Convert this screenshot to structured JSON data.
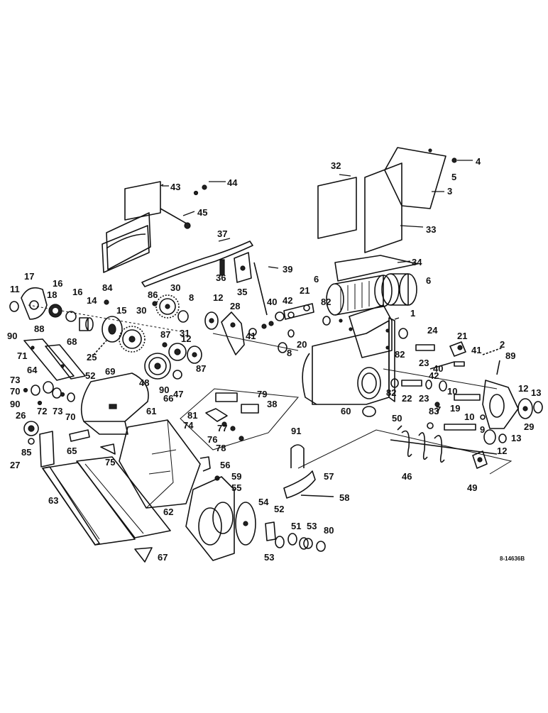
{
  "diagram": {
    "drawing_id": "8-14636B",
    "callouts": [
      {
        "id": "c1",
        "label": "1"
      },
      {
        "id": "c2",
        "label": "2"
      },
      {
        "id": "c3",
        "label": "3"
      },
      {
        "id": "c4",
        "label": "4"
      },
      {
        "id": "c5",
        "label": "5"
      },
      {
        "id": "c6a",
        "label": "6"
      },
      {
        "id": "c6b",
        "label": "6"
      },
      {
        "id": "c7",
        "label": "7"
      },
      {
        "id": "c8a",
        "label": "8"
      },
      {
        "id": "c8b",
        "label": "8"
      },
      {
        "id": "c9",
        "label": "9"
      },
      {
        "id": "c10a",
        "label": "10"
      },
      {
        "id": "c10b",
        "label": "10"
      },
      {
        "id": "c11",
        "label": "11"
      },
      {
        "id": "c12a",
        "label": "12"
      },
      {
        "id": "c12b",
        "label": "12"
      },
      {
        "id": "c12c",
        "label": "12"
      },
      {
        "id": "c12d",
        "label": "12"
      },
      {
        "id": "c13a",
        "label": "13"
      },
      {
        "id": "c13b",
        "label": "13"
      },
      {
        "id": "c14",
        "label": "14"
      },
      {
        "id": "c15",
        "label": "15"
      },
      {
        "id": "c16a",
        "label": "16"
      },
      {
        "id": "c16b",
        "label": "16"
      },
      {
        "id": "c17",
        "label": "17"
      },
      {
        "id": "c18",
        "label": "18"
      },
      {
        "id": "c19",
        "label": "19"
      },
      {
        "id": "c20",
        "label": "20"
      },
      {
        "id": "c21a",
        "label": "21"
      },
      {
        "id": "c21b",
        "label": "21"
      },
      {
        "id": "c22",
        "label": "22"
      },
      {
        "id": "c23a",
        "label": "23"
      },
      {
        "id": "c23b",
        "label": "23"
      },
      {
        "id": "c24",
        "label": "24"
      },
      {
        "id": "c25",
        "label": "25"
      },
      {
        "id": "c26",
        "label": "26"
      },
      {
        "id": "c27",
        "label": "27"
      },
      {
        "id": "c28",
        "label": "28"
      },
      {
        "id": "c29",
        "label": "29"
      },
      {
        "id": "c30a",
        "label": "30"
      },
      {
        "id": "c30b",
        "label": "30"
      },
      {
        "id": "c31",
        "label": "31"
      },
      {
        "id": "c32",
        "label": "32"
      },
      {
        "id": "c33",
        "label": "33"
      },
      {
        "id": "c34",
        "label": "34"
      },
      {
        "id": "c35",
        "label": "35"
      },
      {
        "id": "c36",
        "label": "36"
      },
      {
        "id": "c37",
        "label": "37"
      },
      {
        "id": "c38",
        "label": "38"
      },
      {
        "id": "c39",
        "label": "39"
      },
      {
        "id": "c40a",
        "label": "40"
      },
      {
        "id": "c40b",
        "label": "40"
      },
      {
        "id": "c41a",
        "label": "41"
      },
      {
        "id": "c41b",
        "label": "41"
      },
      {
        "id": "c42a",
        "label": "42"
      },
      {
        "id": "c42b",
        "label": "42"
      },
      {
        "id": "c43",
        "label": "43"
      },
      {
        "id": "c44",
        "label": "44"
      },
      {
        "id": "c45",
        "label": "45"
      },
      {
        "id": "c46",
        "label": "46"
      },
      {
        "id": "c47",
        "label": "47"
      },
      {
        "id": "c48",
        "label": "48"
      },
      {
        "id": "c49",
        "label": "49"
      },
      {
        "id": "c50",
        "label": "50"
      },
      {
        "id": "c51",
        "label": "51"
      },
      {
        "id": "c52a",
        "label": "52"
      },
      {
        "id": "c52b",
        "label": "52"
      },
      {
        "id": "c53a",
        "label": "53"
      },
      {
        "id": "c53b",
        "label": "53"
      },
      {
        "id": "c54",
        "label": "54"
      },
      {
        "id": "c55",
        "label": "55"
      },
      {
        "id": "c56",
        "label": "56"
      },
      {
        "id": "c57",
        "label": "57"
      },
      {
        "id": "c58",
        "label": "58"
      },
      {
        "id": "c59",
        "label": "59"
      },
      {
        "id": "c60",
        "label": "60"
      },
      {
        "id": "c61",
        "label": "61"
      },
      {
        "id": "c62",
        "label": "62"
      },
      {
        "id": "c63",
        "label": "63"
      },
      {
        "id": "c64",
        "label": "64"
      },
      {
        "id": "c65",
        "label": "65"
      },
      {
        "id": "c66",
        "label": "66"
      },
      {
        "id": "c67",
        "label": "67"
      },
      {
        "id": "c68",
        "label": "68"
      },
      {
        "id": "c69",
        "label": "69"
      },
      {
        "id": "c70a",
        "label": "70"
      },
      {
        "id": "c70b",
        "label": "70"
      },
      {
        "id": "c71",
        "label": "71"
      },
      {
        "id": "c72",
        "label": "72"
      },
      {
        "id": "c73a",
        "label": "73"
      },
      {
        "id": "c73b",
        "label": "73"
      },
      {
        "id": "c74",
        "label": "74"
      },
      {
        "id": "c75",
        "label": "75"
      },
      {
        "id": "c76",
        "label": "76"
      },
      {
        "id": "c77",
        "label": "77"
      },
      {
        "id": "c78",
        "label": "78"
      },
      {
        "id": "c79",
        "label": "79"
      },
      {
        "id": "c80",
        "label": "80"
      },
      {
        "id": "c81",
        "label": "81"
      },
      {
        "id": "c82a",
        "label": "82"
      },
      {
        "id": "c82b",
        "label": "82"
      },
      {
        "id": "c82c",
        "label": "82"
      },
      {
        "id": "c83",
        "label": "83"
      },
      {
        "id": "c84",
        "label": "84"
      },
      {
        "id": "c85",
        "label": "85"
      },
      {
        "id": "c86",
        "label": "86"
      },
      {
        "id": "c87a",
        "label": "87"
      },
      {
        "id": "c87b",
        "label": "87"
      },
      {
        "id": "c88",
        "label": "88"
      },
      {
        "id": "c89",
        "label": "89"
      },
      {
        "id": "c90a",
        "label": "90"
      },
      {
        "id": "c90b",
        "label": "90"
      },
      {
        "id": "c90c",
        "label": "90"
      },
      {
        "id": "c91",
        "label": "91"
      }
    ]
  }
}
